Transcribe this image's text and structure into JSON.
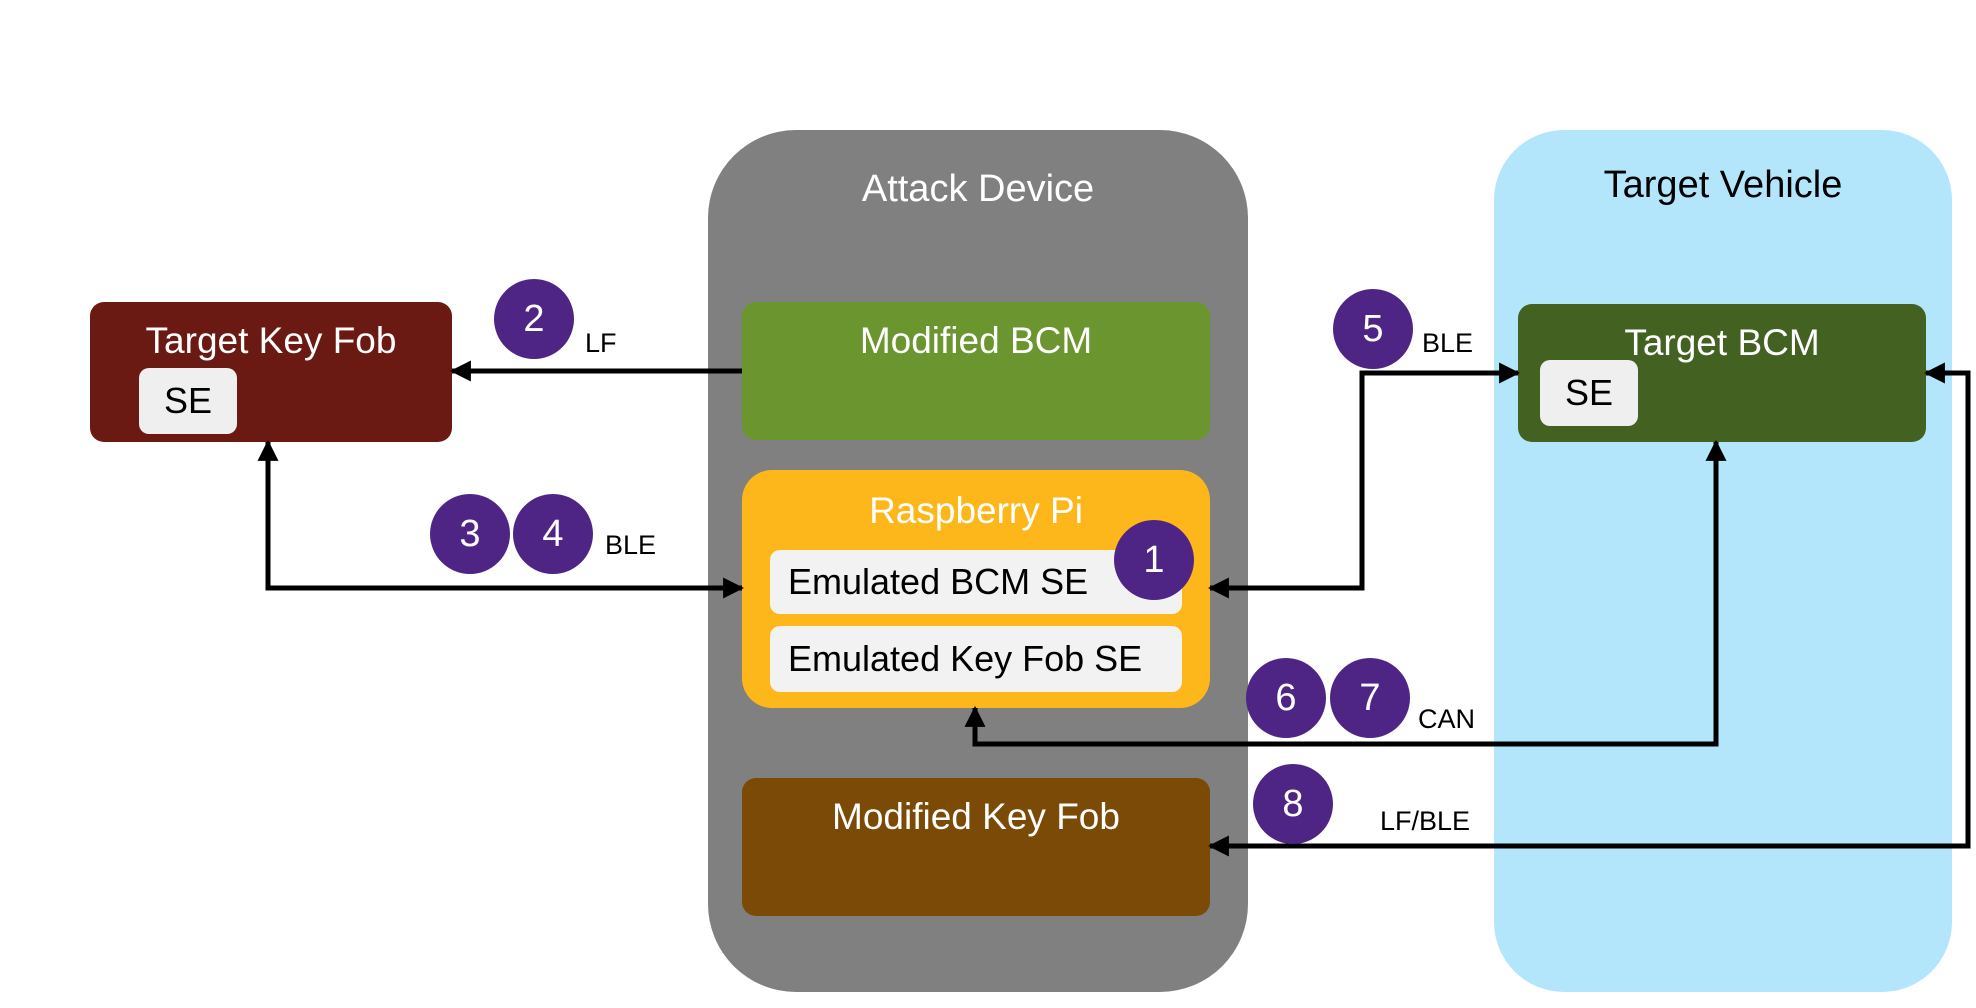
{
  "panels": {
    "attack_device": {
      "title": "Attack Device",
      "color": "#808080"
    },
    "target_vehicle": {
      "title": "Target Vehicle",
      "color": "#b3e6fb"
    }
  },
  "boxes": {
    "target_key_fob": {
      "label": "Target Key Fob",
      "se_label": "SE",
      "color": "#6b1a13"
    },
    "modified_bcm": {
      "label": "Modified BCM",
      "color": "#6a952f"
    },
    "raspberry_pi": {
      "label": "Raspberry Pi",
      "color": "#fdb71a",
      "emulated_bcm_se": "Emulated BCM SE",
      "emulated_key_fob_se": "Emulated Key Fob SE"
    },
    "modified_key_fob": {
      "label": "Modified Key Fob",
      "color": "#7a4a06"
    },
    "target_bcm": {
      "label": "Target BCM",
      "se_label": "SE",
      "color": "#436121"
    }
  },
  "steps": [
    "1",
    "2",
    "3",
    "4",
    "5",
    "6",
    "7",
    "8"
  ],
  "step_color": "#4e2585",
  "protocols": {
    "lf": "LF",
    "ble_fob": "BLE",
    "ble_vehicle": "BLE",
    "can": "CAN",
    "lf_ble": "LF/BLE"
  }
}
